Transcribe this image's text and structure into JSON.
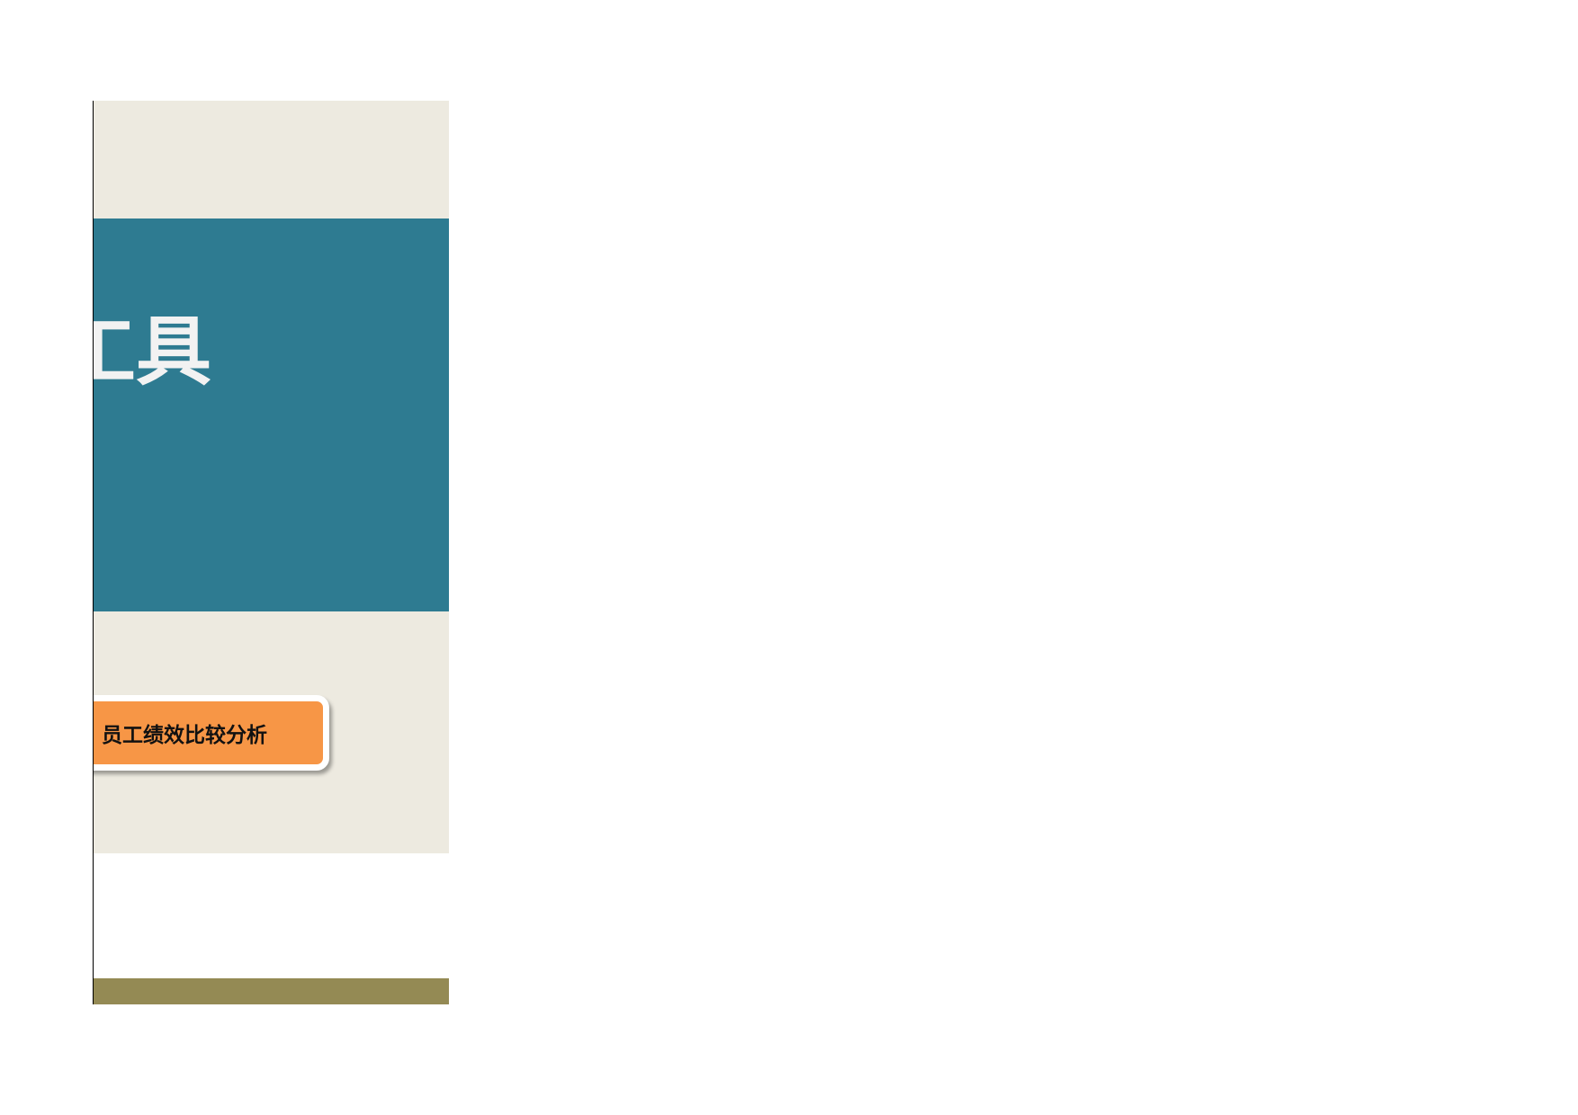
{
  "page": {
    "title_visible": "工具",
    "title_full_glyph_hint": "工具",
    "nav_button_label": "员工绩效比较分析"
  },
  "colors": {
    "background": "#ffffff",
    "panel_beige": "#edeae0",
    "title_band_teal": "#2e7b91",
    "title_text": "#f2f2f2",
    "button_orange": "#f79646",
    "button_border": "#ffffff",
    "button_text": "#111111",
    "footer_olive": "#948a54",
    "page_edge_line": "#000000"
  }
}
